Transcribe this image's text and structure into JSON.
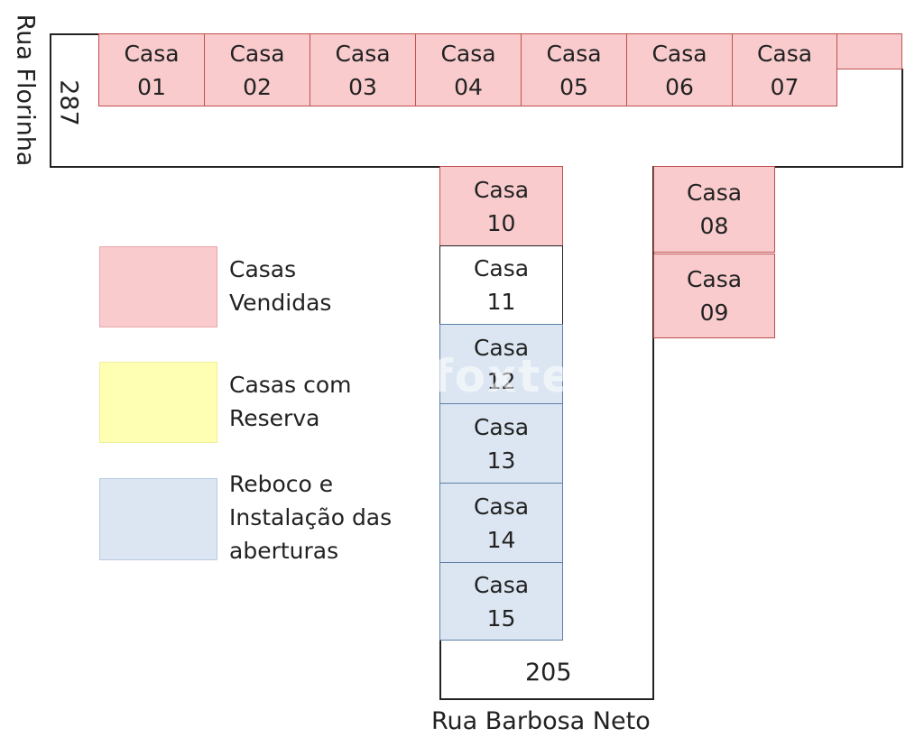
{
  "streets": {
    "left": "Rua Florinha",
    "bottom": "Rua Barbosa Neto"
  },
  "numbers": {
    "left": "287",
    "bottom": "205"
  },
  "houses": [
    {
      "name": "Casa",
      "number": "01",
      "status": "sold"
    },
    {
      "name": "Casa",
      "number": "02",
      "status": "sold"
    },
    {
      "name": "Casa",
      "number": "03",
      "status": "sold"
    },
    {
      "name": "Casa",
      "number": "04",
      "status": "sold"
    },
    {
      "name": "Casa",
      "number": "05",
      "status": "sold"
    },
    {
      "name": "Casa",
      "number": "06",
      "status": "sold"
    },
    {
      "name": "Casa",
      "number": "07",
      "status": "sold"
    },
    {
      "name": "Casa",
      "number": "08",
      "status": "sold"
    },
    {
      "name": "Casa",
      "number": "09",
      "status": "sold"
    },
    {
      "name": "Casa",
      "number": "10",
      "status": "sold"
    },
    {
      "name": "Casa",
      "number": "11",
      "status": "available"
    },
    {
      "name": "Casa",
      "number": "12",
      "status": "works"
    },
    {
      "name": "Casa",
      "number": "13",
      "status": "works"
    },
    {
      "name": "Casa",
      "number": "14",
      "status": "works"
    },
    {
      "name": "Casa",
      "number": "15",
      "status": "works"
    }
  ],
  "legend": [
    {
      "label": "Casas\nVendidas",
      "color": "#f9cbcd"
    },
    {
      "label": "Casas com\nReserva",
      "color": "#ffffb3"
    },
    {
      "label": "Reboco e\nInstalação das\naberturas",
      "color": "#dce6f2"
    }
  ],
  "watermark": "foxte",
  "colors": {
    "sold": "#f9cbcd",
    "reserved": "#ffffb3",
    "works": "#dce6f2",
    "outline": "#222222"
  }
}
